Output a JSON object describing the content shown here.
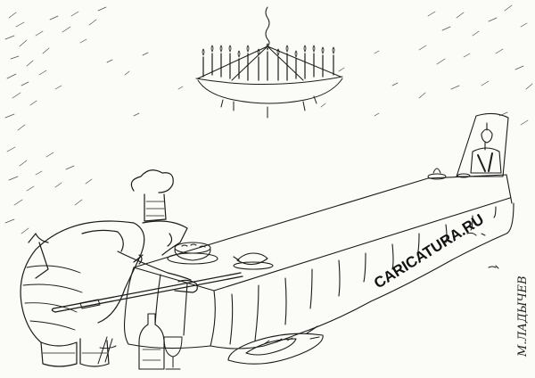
{
  "image": {
    "kind": "cartoon",
    "style": "black ink pen drawing on white",
    "ink_color": "#1b1b1b",
    "paper_color": "#fbfbf8"
  },
  "text": {
    "site_mark": "CARICATURA.RU",
    "signature": "М.ЛАДЫЧЕВ"
  },
  "icons": [
    "chandelier-icon",
    "wine-bottle-icon",
    "wine-glass-icon",
    "soup-tureen-icon",
    "gravy-boat-icon",
    "fish-platter-icon"
  ]
}
